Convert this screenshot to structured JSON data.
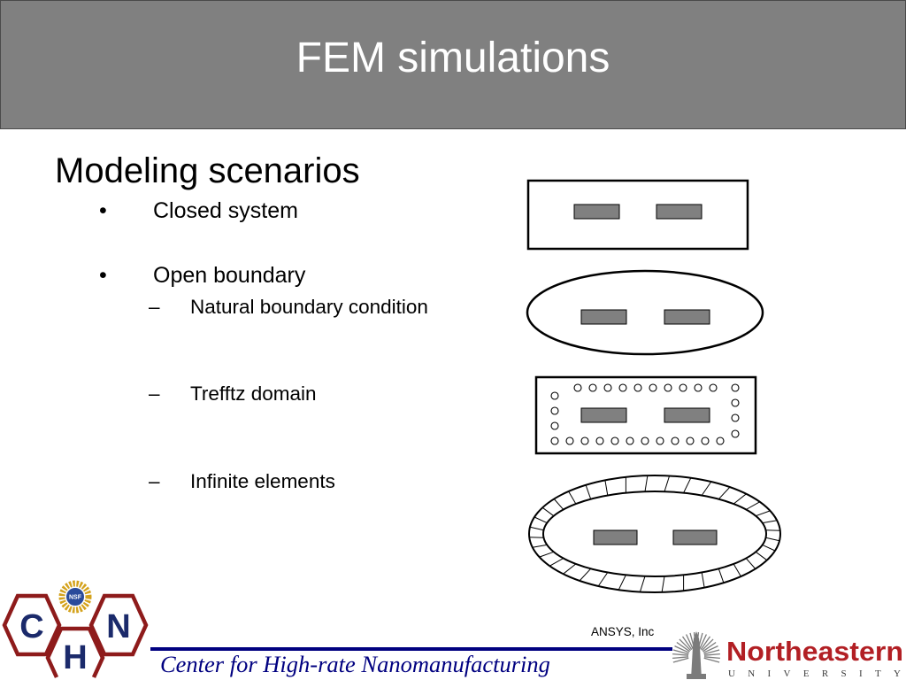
{
  "slide": {
    "title": "FEM simulations",
    "heading": "Modeling scenarios",
    "bullet_marker": "•",
    "subitem_marker": "–",
    "items": [
      {
        "text": "Closed system"
      },
      {
        "text": "Open boundary",
        "subitems": [
          "Natural boundary condition",
          "Trefftz domain",
          "Infinite elements"
        ]
      }
    ],
    "image_credit": "ANSYS, Inc"
  },
  "footer": {
    "center_name": "Center for High-rate Nanomanufacturing"
  },
  "logos": {
    "chn": {
      "letters": [
        "C",
        "H",
        "N"
      ],
      "badge": "NSF"
    },
    "northeastern": {
      "name": "Northeastern",
      "subtitle": "UNIVERSITY"
    }
  },
  "icons": {
    "nsf_emblem": "nsf-emblem-icon",
    "northeastern_seal": "northeastern-seal-icon"
  },
  "colors": {
    "header_bg": "#808080",
    "title_text": "#ffffff",
    "body_text": "#000000",
    "footer_accent": "#000080",
    "chn_red": "#8e1b1b",
    "chn_letters": "#1b2a6b",
    "nsf_gold": "#d4a21c",
    "nsf_blue": "#2a4b9b",
    "northeastern_red": "#b21f24",
    "seal_gray": "#7b7b7b",
    "element_fill": "#808080"
  }
}
